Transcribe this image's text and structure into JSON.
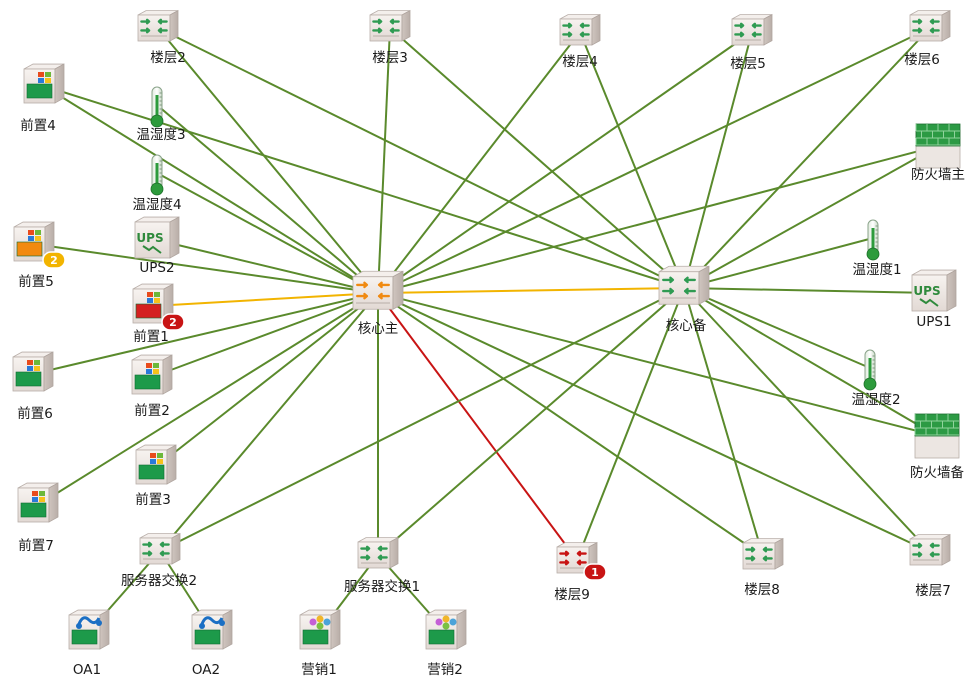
{
  "colors": {
    "normal": "#5a8a2c",
    "warning": "#f2b400",
    "critical": "#c81414",
    "device_face": "#efe9e5",
    "device_side": "#d8cfca",
    "screen_green": "#1d9a4a",
    "screen_red": "#d42020",
    "screen_orange": "#f28a10",
    "core_arrow": "#f08a12",
    "switch_arrow": "#2f9b52"
  },
  "nodes": [
    {
      "id": "floor2",
      "label": "楼层2",
      "type": "switch"
    },
    {
      "id": "floor3",
      "label": "楼层3",
      "type": "switch"
    },
    {
      "id": "floor4",
      "label": "楼层4",
      "type": "switch"
    },
    {
      "id": "floor5",
      "label": "楼层5",
      "type": "switch"
    },
    {
      "id": "floor6",
      "label": "楼层6",
      "type": "switch"
    },
    {
      "id": "front4",
      "label": "前置4",
      "type": "server-windows"
    },
    {
      "id": "th3",
      "label": "温湿度3",
      "type": "thermometer"
    },
    {
      "id": "th4",
      "label": "温湿度4",
      "type": "thermometer"
    },
    {
      "id": "fw_main",
      "label": "防火墙主",
      "type": "firewall"
    },
    {
      "id": "front5",
      "label": "前置5",
      "type": "server-windows",
      "status": "warning",
      "badge": "2"
    },
    {
      "id": "ups2",
      "label": "UPS2",
      "type": "ups"
    },
    {
      "id": "th1",
      "label": "温湿度1",
      "type": "thermometer"
    },
    {
      "id": "core_main",
      "label": "核心主",
      "type": "core-switch"
    },
    {
      "id": "core_backup",
      "label": "核心备",
      "type": "switch-large"
    },
    {
      "id": "front1",
      "label": "前置1",
      "type": "server-windows",
      "status": "critical",
      "badge": "2"
    },
    {
      "id": "ups1",
      "label": "UPS1",
      "type": "ups"
    },
    {
      "id": "front6",
      "label": "前置6",
      "type": "server-windows"
    },
    {
      "id": "front2",
      "label": "前置2",
      "type": "server-windows"
    },
    {
      "id": "th2",
      "label": "温湿度2",
      "type": "thermometer"
    },
    {
      "id": "fw_backup",
      "label": "防火墙备",
      "type": "firewall"
    },
    {
      "id": "front3",
      "label": "前置3",
      "type": "server-windows"
    },
    {
      "id": "front7",
      "label": "前置7",
      "type": "server-windows"
    },
    {
      "id": "srv_sw2",
      "label": "服务器交换2",
      "type": "switch"
    },
    {
      "id": "srv_sw1",
      "label": "服务器交换1",
      "type": "switch"
    },
    {
      "id": "floor9",
      "label": "楼层9",
      "type": "switch",
      "status": "critical",
      "badge": "1"
    },
    {
      "id": "floor8",
      "label": "楼层8",
      "type": "switch"
    },
    {
      "id": "floor7",
      "label": "楼层7",
      "type": "switch"
    },
    {
      "id": "oa1",
      "label": "OA1",
      "type": "server-app"
    },
    {
      "id": "oa2",
      "label": "OA2",
      "type": "server-app"
    },
    {
      "id": "sales1",
      "label": "营销1",
      "type": "server-db"
    },
    {
      "id": "sales2",
      "label": "营销2",
      "type": "server-db"
    }
  ],
  "links": [
    {
      "from": "core_main",
      "to": "floor2",
      "status": "normal"
    },
    {
      "from": "core_main",
      "to": "floor3",
      "status": "normal"
    },
    {
      "from": "core_main",
      "to": "floor4",
      "status": "normal"
    },
    {
      "from": "core_main",
      "to": "floor5",
      "status": "normal"
    },
    {
      "from": "core_main",
      "to": "floor6",
      "status": "normal"
    },
    {
      "from": "core_main",
      "to": "front4",
      "status": "normal"
    },
    {
      "from": "core_main",
      "to": "th3",
      "status": "normal"
    },
    {
      "from": "core_main",
      "to": "th4",
      "status": "normal"
    },
    {
      "from": "core_main",
      "to": "front5",
      "status": "normal"
    },
    {
      "from": "core_main",
      "to": "ups2",
      "status": "normal"
    },
    {
      "from": "core_main",
      "to": "front1",
      "status": "warning"
    },
    {
      "from": "core_main",
      "to": "front6",
      "status": "normal"
    },
    {
      "from": "core_main",
      "to": "front2",
      "status": "normal"
    },
    {
      "from": "core_main",
      "to": "front3",
      "status": "normal"
    },
    {
      "from": "core_main",
      "to": "front7",
      "status": "normal"
    },
    {
      "from": "core_main",
      "to": "srv_sw2",
      "status": "normal"
    },
    {
      "from": "core_main",
      "to": "srv_sw1",
      "status": "normal"
    },
    {
      "from": "core_main",
      "to": "floor9",
      "status": "critical"
    },
    {
      "from": "core_main",
      "to": "floor8",
      "status": "normal"
    },
    {
      "from": "core_main",
      "to": "floor7",
      "status": "normal"
    },
    {
      "from": "core_main",
      "to": "fw_main",
      "status": "normal"
    },
    {
      "from": "core_main",
      "to": "fw_backup",
      "status": "normal"
    },
    {
      "from": "core_main",
      "to": "core_backup",
      "status": "warning"
    },
    {
      "from": "core_backup",
      "to": "floor2",
      "status": "normal"
    },
    {
      "from": "core_backup",
      "to": "floor3",
      "status": "normal"
    },
    {
      "from": "core_backup",
      "to": "floor4",
      "status": "normal"
    },
    {
      "from": "core_backup",
      "to": "floor5",
      "status": "normal"
    },
    {
      "from": "core_backup",
      "to": "floor6",
      "status": "normal"
    },
    {
      "from": "core_backup",
      "to": "fw_main",
      "status": "normal"
    },
    {
      "from": "core_backup",
      "to": "th1",
      "status": "normal"
    },
    {
      "from": "core_backup",
      "to": "ups1",
      "status": "normal"
    },
    {
      "from": "core_backup",
      "to": "th2",
      "status": "normal"
    },
    {
      "from": "core_backup",
      "to": "fw_backup",
      "status": "normal"
    },
    {
      "from": "core_backup",
      "to": "floor7",
      "status": "normal"
    },
    {
      "from": "core_backup",
      "to": "floor8",
      "status": "normal"
    },
    {
      "from": "core_backup",
      "to": "floor9",
      "status": "normal"
    },
    {
      "from": "core_backup",
      "to": "srv_sw1",
      "status": "normal"
    },
    {
      "from": "core_backup",
      "to": "srv_sw2",
      "status": "normal"
    },
    {
      "from": "core_backup",
      "to": "front4",
      "status": "normal"
    },
    {
      "from": "srv_sw2",
      "to": "oa1",
      "status": "normal"
    },
    {
      "from": "srv_sw2",
      "to": "oa2",
      "status": "normal"
    },
    {
      "from": "srv_sw1",
      "to": "sales1",
      "status": "normal"
    },
    {
      "from": "srv_sw1",
      "to": "sales2",
      "status": "normal"
    }
  ]
}
